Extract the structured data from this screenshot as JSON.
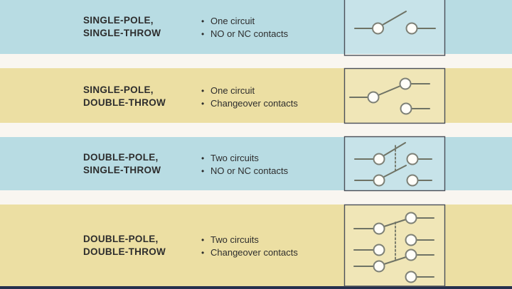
{
  "palette": {
    "blue_band": "#b8dce3",
    "yellow_band": "#ecdfa3",
    "gap": "#f9f6f0",
    "footer_bar": "#25304e",
    "box_border": "#4a4f58",
    "line": "#6f7365",
    "circle_fill": "#fffef9",
    "circle_stroke": "#7d8076",
    "text": "#2d2d2d"
  },
  "rows": [
    {
      "title_line1": "SINGLE-POLE,",
      "title_line2": "SINGLE-THROW",
      "bullets": [
        "One circuit",
        "NO or NC contacts"
      ],
      "symbol": "spst-switch-symbol"
    },
    {
      "title_line1": "SINGLE-POLE,",
      "title_line2": "DOUBLE-THROW",
      "bullets": [
        "One circuit",
        "Changeover contacts"
      ],
      "symbol": "spdt-switch-symbol"
    },
    {
      "title_line1": "DOUBLE-POLE,",
      "title_line2": "SINGLE-THROW",
      "bullets": [
        "Two circuits",
        "NO or NC contacts"
      ],
      "symbol": "dpst-switch-symbol"
    },
    {
      "title_line1": "DOUBLE-POLE,",
      "title_line2": "DOUBLE-THROW",
      "bullets": [
        "Two circuits",
        "Changeover contacts"
      ],
      "symbol": "dpdt-switch-symbol"
    }
  ]
}
